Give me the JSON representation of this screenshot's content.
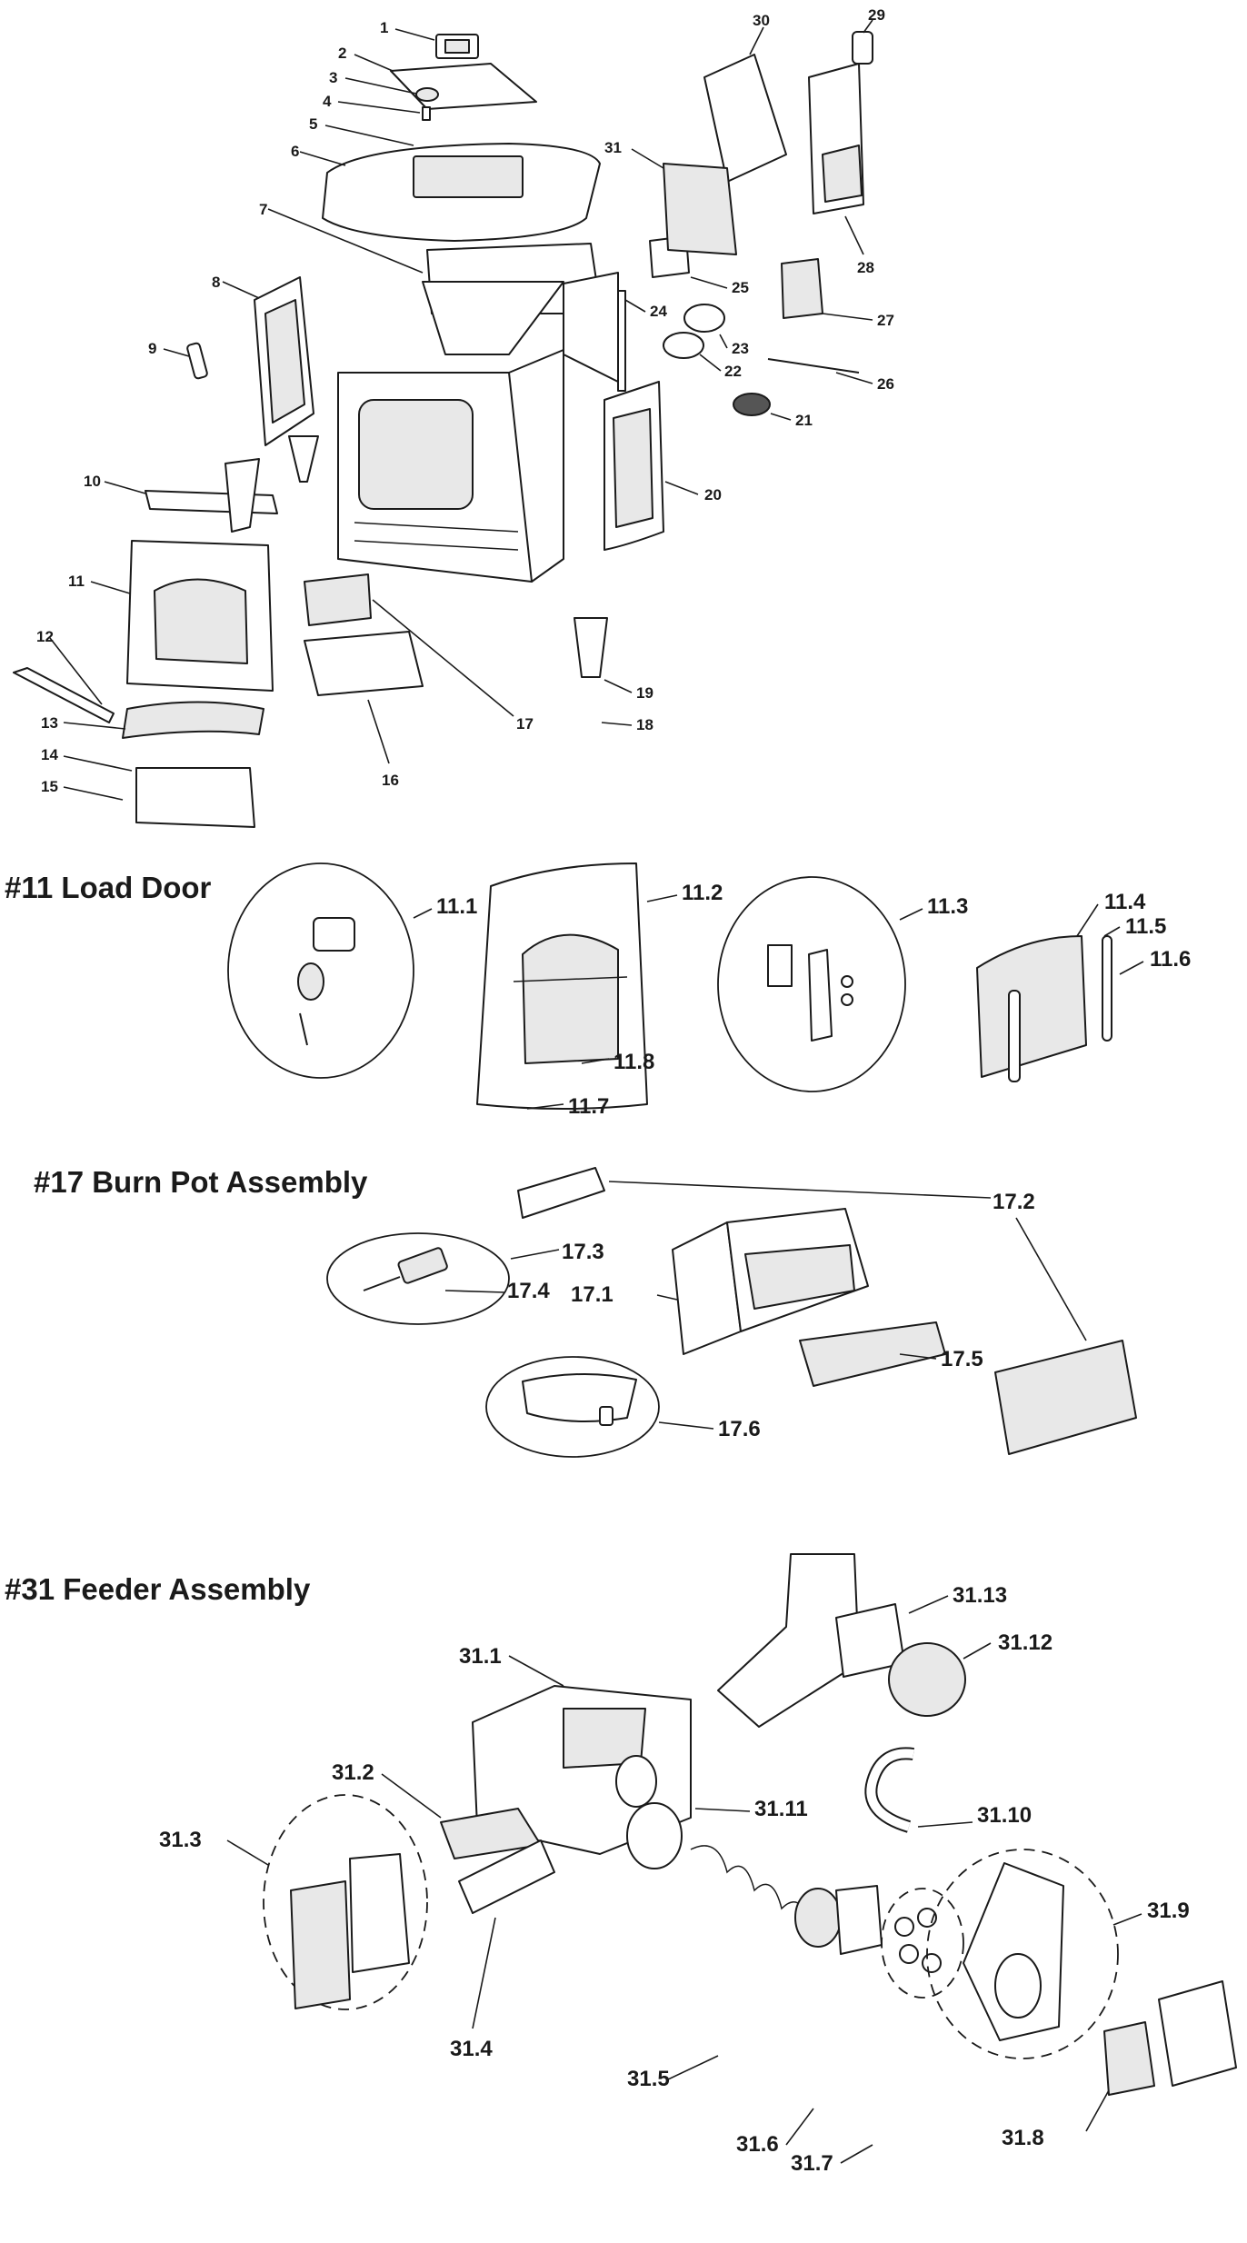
{
  "sections": {
    "load_door": "#11 Load Door",
    "burn_pot": "#17 Burn Pot Assembly",
    "feeder": "#31 Feeder Assembly"
  },
  "main_callouts": [
    "1",
    "2",
    "3",
    "4",
    "5",
    "6",
    "7",
    "8",
    "9",
    "10",
    "11",
    "12",
    "13",
    "14",
    "15",
    "16",
    "17",
    "18",
    "19",
    "20",
    "21",
    "22",
    "23",
    "24",
    "25",
    "26",
    "27",
    "28",
    "29",
    "30",
    "31"
  ],
  "load_door_callouts": [
    "11.1",
    "11.2",
    "11.3",
    "11.4",
    "11.5",
    "11.6",
    "11.7",
    "11.8"
  ],
  "burn_pot_callouts": [
    "17.1",
    "17.2",
    "17.3",
    "17.4",
    "17.5",
    "17.6"
  ],
  "feeder_callouts": [
    "31.1",
    "31.2",
    "31.3",
    "31.4",
    "31.5",
    "31.6",
    "31.7",
    "31.8",
    "31.9",
    "31.10",
    "31.11",
    "31.12",
    "31.13"
  ]
}
